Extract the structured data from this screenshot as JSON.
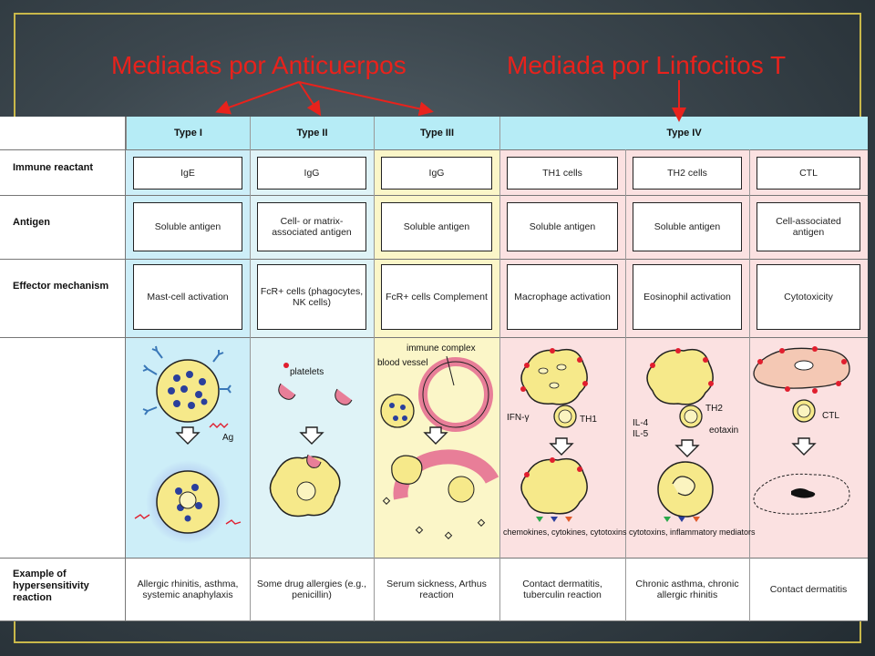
{
  "headings": {
    "antibody": "Mediadas por Anticuerpos",
    "tcell": "Mediada por Linfocitos T"
  },
  "row_labels": {
    "reactant": "Immune reactant",
    "antigen": "Antigen",
    "effector": "Effector mechanism",
    "example": "Example of hypersensitivity reaction"
  },
  "types": [
    {
      "label": "Type I"
    },
    {
      "label": "Type II"
    },
    {
      "label": "Type III"
    },
    {
      "label": "Type IV"
    }
  ],
  "columns": [
    {
      "reactant": "IgE",
      "antigen": "Soluble antigen",
      "effector": "Mast-cell activation",
      "example": "Allergic rhinitis, asthma, systemic anaphylaxis"
    },
    {
      "reactant": "IgG",
      "antigen": "Cell- or matrix-associated antigen",
      "effector": "FcR+ cells (phagocytes, NK cells)",
      "example": "Some drug allergies (e.g., penicillin)"
    },
    {
      "reactant": "IgG",
      "antigen": "Soluble antigen",
      "effector": "FcR+ cells Complement",
      "example": "Serum sickness, Arthus reaction"
    },
    {
      "reactant": "TH1 cells",
      "antigen": "Soluble antigen",
      "effector": "Macrophage activation",
      "example": "Contact dermatitis, tuberculin reaction"
    },
    {
      "reactant": "TH2 cells",
      "antigen": "Soluble antigen",
      "effector": "Eosinophil activation",
      "example": "Chronic asthma, chronic allergic rhinitis"
    },
    {
      "reactant": "CTL",
      "antigen": "Cell-associated antigen",
      "effector": "Cytotoxicity",
      "example": "Contact dermatitis"
    }
  ],
  "illustration_labels": {
    "ag": "Ag",
    "platelets": "platelets",
    "immune_complex": "immune complex",
    "blood_vessel": "blood vessel",
    "ifn": "IFN-γ",
    "th1": "TH1",
    "th2": "TH2",
    "il4": "IL-4",
    "il5": "IL-5",
    "eotaxin": "eotaxin",
    "ctl": "CTL",
    "chemokines": "chemokines, cytokines, cytotoxins",
    "cytotoxins": "cytotoxins, inflammatory mediators"
  },
  "colors": {
    "heading": "#e8221c",
    "type1_bg": "#cdeef8",
    "type2_bg": "#dff3f7",
    "type3_bg": "#fbf6c8",
    "type4_bg": "#fbe1e1",
    "header_bg": "#b6ecf6",
    "cell_fill": "#f6e98a",
    "nucleus_fill": "#fbf4c0",
    "granule": "#2a3f9c",
    "vessel": "#e87e98",
    "dot": "#e01e2e",
    "frame": "#c9b84a"
  }
}
